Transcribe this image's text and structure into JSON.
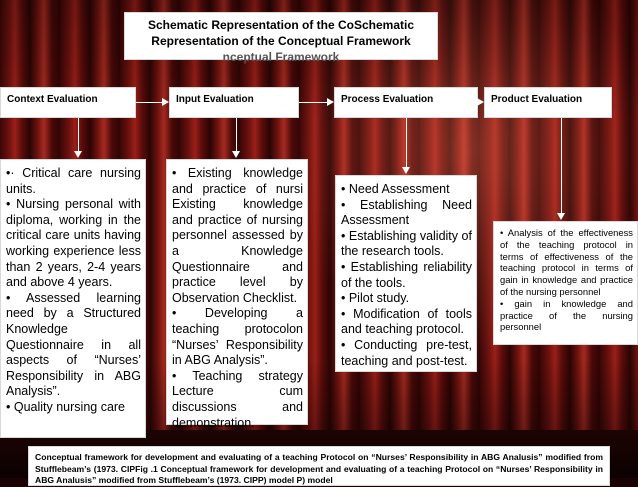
{
  "title": {
    "line1": "Schematic Representation of the CoSchematic",
    "line2": "Representation of the Conceptual Framework",
    "line3": "nceptual Framework"
  },
  "headers": [
    {
      "label": "Context Evaluation"
    },
    {
      "label": "Input Evaluation"
    },
    {
      "label": "Process Evaluation"
    },
    {
      "label": "Product Evaluation"
    }
  ],
  "context_items": [
    "•· Critical care nursing units.",
    "•      Nursing personal with diploma, working in the critical care units having working experience less than 2 years, 2-4 years and above 4 years.",
    "•       Assessed learning need by a Structured Knowledge Questionnaire in all aspects of “Nurses’ Responsibility in ABG Analysis”.",
    "• Quality nursing care"
  ],
  "input_items": [
    "•      Existing knowledge and practice of nursi Existing knowledge and practice of nursing personnel assessed by a Knowledge Questionnaire and practice level by Observation Checklist.",
    "•       Developing a teaching protocolon “Nurses’ Responsibility in ABG Analysis”.",
    "•     Teaching strategy Lecture cum discussions and demonstration."
  ],
  "process_items": [
    "• Need Assessment",
    "•      Establishing Need Assessment",
    "•   Establishing validity of the research tools.",
    "• Establishing reliability of the tools.",
    "• Pilot study.",
    "• Modification of tools and teaching protocol.",
    "• Conducting pre-test, teaching and post-test."
  ],
  "product_items": [
    "• Analysis of the effectiveness of the teaching protocol in terms of effectiveness of the teaching protocol in terms of gain in knowledge and practice of the nursing personnel",
    "• gain in knowledge and practice of the nursing personnel"
  ],
  "caption": {
    "text": "Conceptual framework for development and evaluating of a teaching Protocol on “Nurses’ Responsibility in ABG Analusis” modified from Stufflebeam’s (1973. CIPFig .1 Conceptual framework for development and evaluating of a teaching Protocol on “Nurses’ Responsibility in ABG Analusis” modified from Stufflebeam’s (1973. CIPP) model P) model"
  }
}
